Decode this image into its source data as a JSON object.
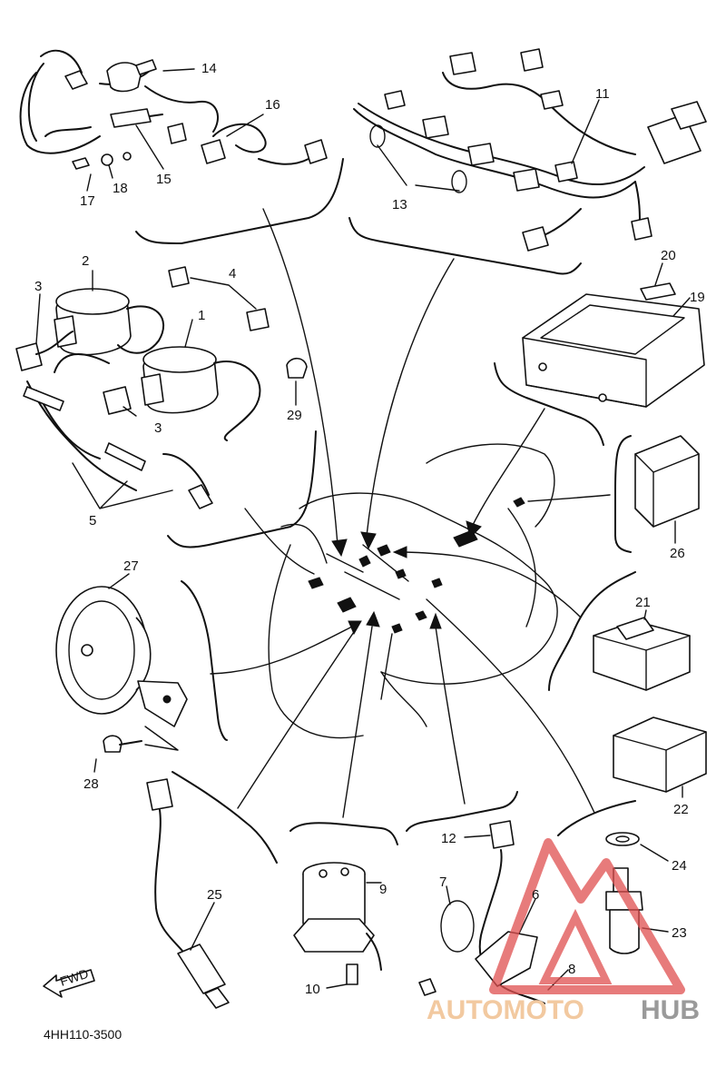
{
  "diagram": {
    "drawing_code": "4HH110-3500",
    "fwd_label": "FWD",
    "part_numbers": [
      "1",
      "2",
      "3",
      "3",
      "4",
      "5",
      "6",
      "7",
      "8",
      "9",
      "10",
      "11",
      "12",
      "13",
      "14",
      "15",
      "16",
      "17",
      "18",
      "19",
      "20",
      "21",
      "22",
      "23",
      "24",
      "25",
      "26",
      "27",
      "28",
      "29"
    ],
    "watermark": {
      "part_a": "AUTOMOTO",
      "part_b": "HUB",
      "color_a": "#f2c9a0",
      "color_b": "#9a9a9a",
      "logo_color": "#e05050"
    }
  }
}
